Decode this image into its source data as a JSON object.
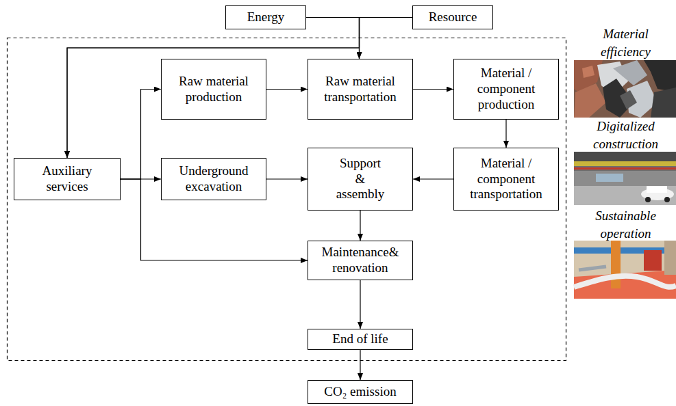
{
  "diagram": {
    "nodes": [
      {
        "text": [
          "Energy"
        ]
      },
      {
        "text": [
          "Resource"
        ]
      },
      {
        "text": [
          "Raw material production"
        ]
      },
      {
        "text": [
          "Raw material transportation"
        ]
      },
      {
        "text": [
          "Material / component production"
        ]
      },
      {
        "text": [
          "Auxiliary services"
        ]
      },
      {
        "text": [
          "Underground excavation"
        ]
      },
      {
        "text": [
          "Support & assembly"
        ]
      },
      {
        "text": [
          "Material / component transportation"
        ]
      },
      {
        "text": [
          "Maintenance& renovation"
        ]
      },
      {
        "text": [
          "End of life"
        ]
      },
      {
        "text": [
          "CO₂ emission"
        ]
      }
    ],
    "edges": [
      {
        "from": 0,
        "to": 3,
        "arrow": "to"
      },
      {
        "from": 1,
        "to": 3,
        "arrow": "to"
      },
      {
        "from": 0,
        "to": 5,
        "arrow": "to"
      },
      {
        "from": 1,
        "to": 5,
        "arrow": "to"
      },
      {
        "from": 2,
        "to": 3,
        "arrow": "to"
      },
      {
        "from": 3,
        "to": 4,
        "arrow": "to"
      },
      {
        "from": 4,
        "to": 8,
        "arrow": "to"
      },
      {
        "from": 8,
        "to": 7,
        "arrow": "to"
      },
      {
        "from": 5,
        "to": 6,
        "arrow": "to"
      },
      {
        "from": 5,
        "to": 2,
        "arrow": "to"
      },
      {
        "from": 5,
        "to": 9,
        "arrow": "to"
      },
      {
        "from": 6,
        "to": 7,
        "arrow": "to"
      },
      {
        "from": 7,
        "to": 9,
        "arrow": "to"
      },
      {
        "from": 9,
        "to": 10,
        "arrow": "to"
      },
      {
        "from": 10,
        "to": 11,
        "arrow": "to"
      }
    ],
    "labels": [
      "Material efficiency",
      "Digitalized construction",
      "Sustainable operation"
    ]
  }
}
